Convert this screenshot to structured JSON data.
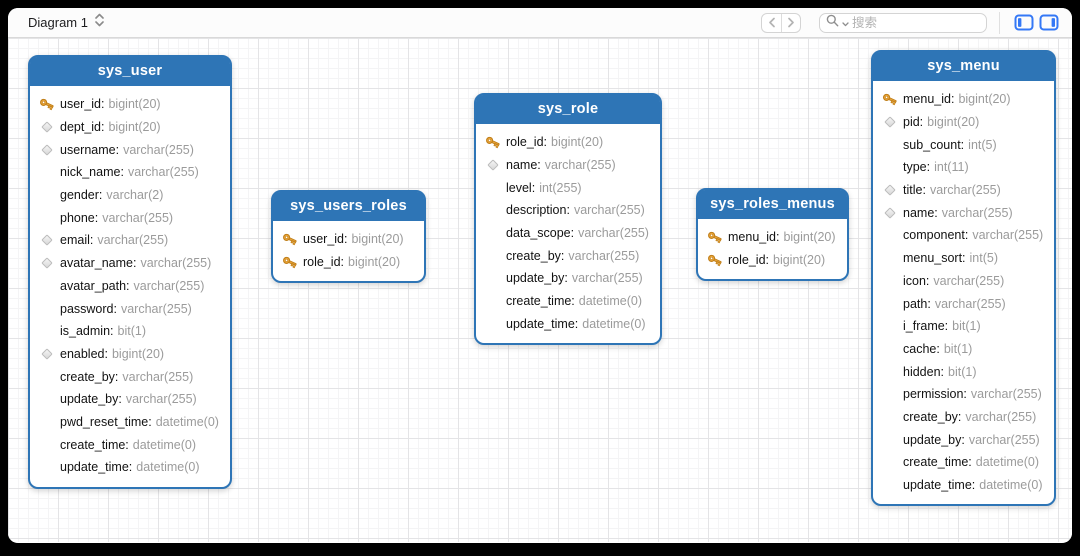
{
  "toolbar": {
    "diagram_selector": {
      "label": "Diagram 1"
    },
    "search": {
      "placeholder": "搜索"
    }
  },
  "colors": {
    "table_header_blue": "#2e75b6",
    "panel_icon_blue": "#3478f6",
    "key_gold": "#eaa63b",
    "field_type_gray": "#9b9b9b"
  },
  "icon_legend": {
    "key": "primary-key-icon",
    "diamond": "index-icon"
  },
  "tables": [
    {
      "name": "sys_user",
      "fields": [
        {
          "icon": "key",
          "name": "user_id",
          "type": "bigint(20)"
        },
        {
          "icon": "diamond",
          "name": "dept_id",
          "type": "bigint(20)"
        },
        {
          "icon": "diamond",
          "name": "username",
          "type": "varchar(255)"
        },
        {
          "icon": "none",
          "name": "nick_name",
          "type": "varchar(255)"
        },
        {
          "icon": "none",
          "name": "gender",
          "type": "varchar(2)"
        },
        {
          "icon": "none",
          "name": "phone",
          "type": "varchar(255)"
        },
        {
          "icon": "diamond",
          "name": "email",
          "type": "varchar(255)"
        },
        {
          "icon": "diamond",
          "name": "avatar_name",
          "type": "varchar(255)"
        },
        {
          "icon": "none",
          "name": "avatar_path",
          "type": "varchar(255)"
        },
        {
          "icon": "none",
          "name": "password",
          "type": "varchar(255)"
        },
        {
          "icon": "none",
          "name": "is_admin",
          "type": "bit(1)"
        },
        {
          "icon": "diamond",
          "name": "enabled",
          "type": "bigint(20)"
        },
        {
          "icon": "none",
          "name": "create_by",
          "type": "varchar(255)"
        },
        {
          "icon": "none",
          "name": "update_by",
          "type": "varchar(255)"
        },
        {
          "icon": "none",
          "name": "pwd_reset_time",
          "type": "datetime(0)"
        },
        {
          "icon": "none",
          "name": "create_time",
          "type": "datetime(0)"
        },
        {
          "icon": "none",
          "name": "update_time",
          "type": "datetime(0)"
        }
      ]
    },
    {
      "name": "sys_users_roles",
      "fields": [
        {
          "icon": "key",
          "name": "user_id",
          "type": "bigint(20)"
        },
        {
          "icon": "key",
          "name": "role_id",
          "type": "bigint(20)"
        }
      ]
    },
    {
      "name": "sys_role",
      "fields": [
        {
          "icon": "key",
          "name": "role_id",
          "type": "bigint(20)"
        },
        {
          "icon": "diamond",
          "name": "name",
          "type": "varchar(255)"
        },
        {
          "icon": "none",
          "name": "level",
          "type": "int(255)"
        },
        {
          "icon": "none",
          "name": "description",
          "type": "varchar(255)"
        },
        {
          "icon": "none",
          "name": "data_scope",
          "type": "varchar(255)"
        },
        {
          "icon": "none",
          "name": "create_by",
          "type": "varchar(255)"
        },
        {
          "icon": "none",
          "name": "update_by",
          "type": "varchar(255)"
        },
        {
          "icon": "none",
          "name": "create_time",
          "type": "datetime(0)"
        },
        {
          "icon": "none",
          "name": "update_time",
          "type": "datetime(0)"
        }
      ]
    },
    {
      "name": "sys_roles_menus",
      "fields": [
        {
          "icon": "key",
          "name": "menu_id",
          "type": "bigint(20)"
        },
        {
          "icon": "key",
          "name": "role_id",
          "type": "bigint(20)"
        }
      ]
    },
    {
      "name": "sys_menu",
      "fields": [
        {
          "icon": "key",
          "name": "menu_id",
          "type": "bigint(20)"
        },
        {
          "icon": "diamond",
          "name": "pid",
          "type": "bigint(20)"
        },
        {
          "icon": "none",
          "name": "sub_count",
          "type": "int(5)"
        },
        {
          "icon": "none",
          "name": "type",
          "type": "int(11)"
        },
        {
          "icon": "diamond",
          "name": "title",
          "type": "varchar(255)"
        },
        {
          "icon": "diamond",
          "name": "name",
          "type": "varchar(255)"
        },
        {
          "icon": "none",
          "name": "component",
          "type": "varchar(255)"
        },
        {
          "icon": "none",
          "name": "menu_sort",
          "type": "int(5)"
        },
        {
          "icon": "none",
          "name": "icon",
          "type": "varchar(255)"
        },
        {
          "icon": "none",
          "name": "path",
          "type": "varchar(255)"
        },
        {
          "icon": "none",
          "name": "i_frame",
          "type": "bit(1)"
        },
        {
          "icon": "none",
          "name": "cache",
          "type": "bit(1)"
        },
        {
          "icon": "none",
          "name": "hidden",
          "type": "bit(1)"
        },
        {
          "icon": "none",
          "name": "permission",
          "type": "varchar(255)"
        },
        {
          "icon": "none",
          "name": "create_by",
          "type": "varchar(255)"
        },
        {
          "icon": "none",
          "name": "update_by",
          "type": "varchar(255)"
        },
        {
          "icon": "none",
          "name": "create_time",
          "type": "datetime(0)"
        },
        {
          "icon": "none",
          "name": "update_time",
          "type": "datetime(0)"
        }
      ]
    }
  ]
}
